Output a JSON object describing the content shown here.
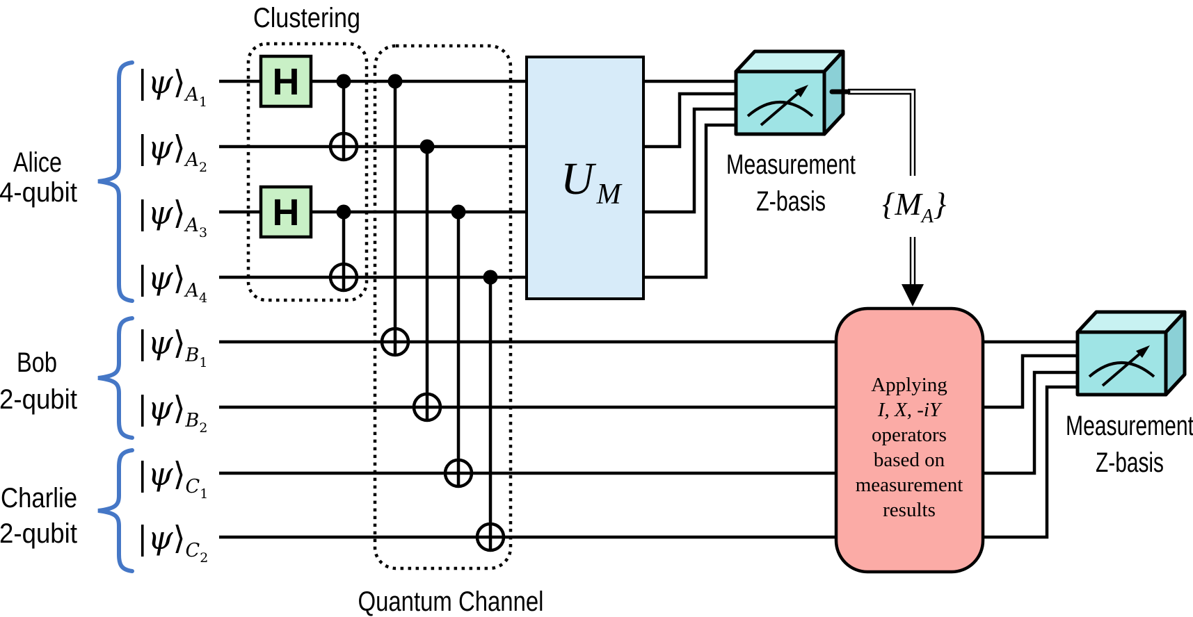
{
  "diagram": {
    "clustering_label": "Clustering",
    "quantum_channel_label": "Quantum Channel",
    "hadamard_label": "H",
    "unitary": {
      "base": "U",
      "sub": "M"
    },
    "classical_register": {
      "prefix": "{M",
      "sub": "A",
      "suffix": "}"
    },
    "groups": [
      {
        "name": "Alice",
        "size": "4-qubit"
      },
      {
        "name": "Bob",
        "size": "2-qubit"
      },
      {
        "name": "Charlie",
        "size": "2-qubit"
      }
    ],
    "qubits": [
      {
        "bar": "|",
        "psi": "ψ",
        "ket": "⟩",
        "group": "A",
        "index": "1"
      },
      {
        "bar": "|",
        "psi": "ψ",
        "ket": "⟩",
        "group": "A",
        "index": "2"
      },
      {
        "bar": "|",
        "psi": "ψ",
        "ket": "⟩",
        "group": "A",
        "index": "3"
      },
      {
        "bar": "|",
        "psi": "ψ",
        "ket": "⟩",
        "group": "A",
        "index": "4"
      },
      {
        "bar": "|",
        "psi": "ψ",
        "ket": "⟩",
        "group": "B",
        "index": "1"
      },
      {
        "bar": "|",
        "psi": "ψ",
        "ket": "⟩",
        "group": "B",
        "index": "2"
      },
      {
        "bar": "|",
        "psi": "ψ",
        "ket": "⟩",
        "group": "C",
        "index": "1"
      },
      {
        "bar": "|",
        "psi": "ψ",
        "ket": "⟩",
        "group": "C",
        "index": "2"
      }
    ],
    "measurement_top": {
      "line1": "Measurement",
      "line2": "Z-basis"
    },
    "measurement_bottom": {
      "line1": "Measurement",
      "line2": "Z-basis"
    },
    "operator_box": {
      "lines": [
        "Applying",
        "I, X, -iY",
        "operators",
        "based on",
        "measurement",
        "results"
      ]
    },
    "colors": {
      "wire": "#000000",
      "hadamard_fill": "#C9F0C6",
      "unitary_fill": "#D7EBF9",
      "meter_front": "#9FE4E5",
      "meter_top": "#C8F2F2",
      "meter_side": "#8BD0D6",
      "operator_fill": "#FBABA6",
      "brace": "#4577C6"
    }
  }
}
